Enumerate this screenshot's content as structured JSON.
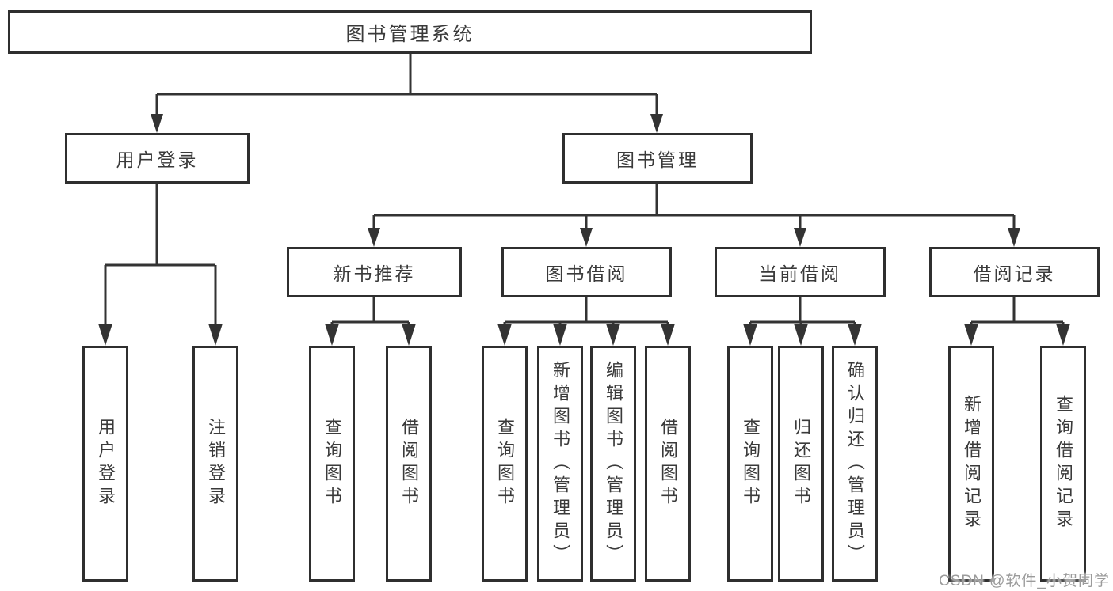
{
  "diagram": {
    "root": "图书管理系统",
    "branches": [
      {
        "label": "用户登录",
        "children": [
          "用户登录",
          "注销登录"
        ]
      },
      {
        "label": "图书管理",
        "children": [
          {
            "label": "新书推荐",
            "children": [
              "查询图书",
              "借阅图书"
            ]
          },
          {
            "label": "图书借阅",
            "children": [
              "查询图书",
              "新增图书（管理员）",
              "编辑图书（管理员）",
              "借阅图书"
            ]
          },
          {
            "label": "当前借阅",
            "children": [
              "查询图书",
              "归还图书",
              "确认归还（管理员）"
            ]
          },
          {
            "label": "借阅记录",
            "children": [
              "新增借阅记录",
              "查询借阅记录"
            ]
          }
        ]
      }
    ]
  },
  "watermark": "CSDN @软件_小贺同学",
  "colors": {
    "line": "#333333",
    "border": "#2f2f2f",
    "text": "#3a3a3a",
    "box_background": "#ffffff",
    "watermark_text": "#9b9b9b"
  }
}
